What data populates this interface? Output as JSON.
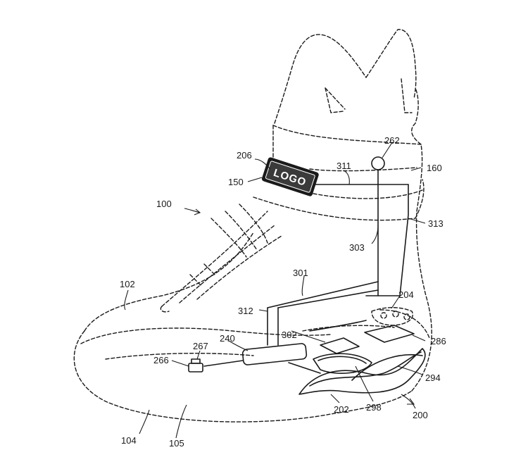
{
  "figure": {
    "logo_text": "LOGO",
    "refs": {
      "r100": "100",
      "r102": "102",
      "r104": "104",
      "r105": "105",
      "r150": "150",
      "r160": "160",
      "r200": "200",
      "r202": "202",
      "r204": "204",
      "r206": "206",
      "r240": "240",
      "r262": "262",
      "r266": "266",
      "r267": "267",
      "r286": "286",
      "r294": "294",
      "r298": "298",
      "r301": "301",
      "r302": "302",
      "r303": "303",
      "r311": "311",
      "r312": "312",
      "r313": "313"
    }
  },
  "colors": {
    "ink": "#1a1a1a",
    "paper": "#ffffff"
  }
}
